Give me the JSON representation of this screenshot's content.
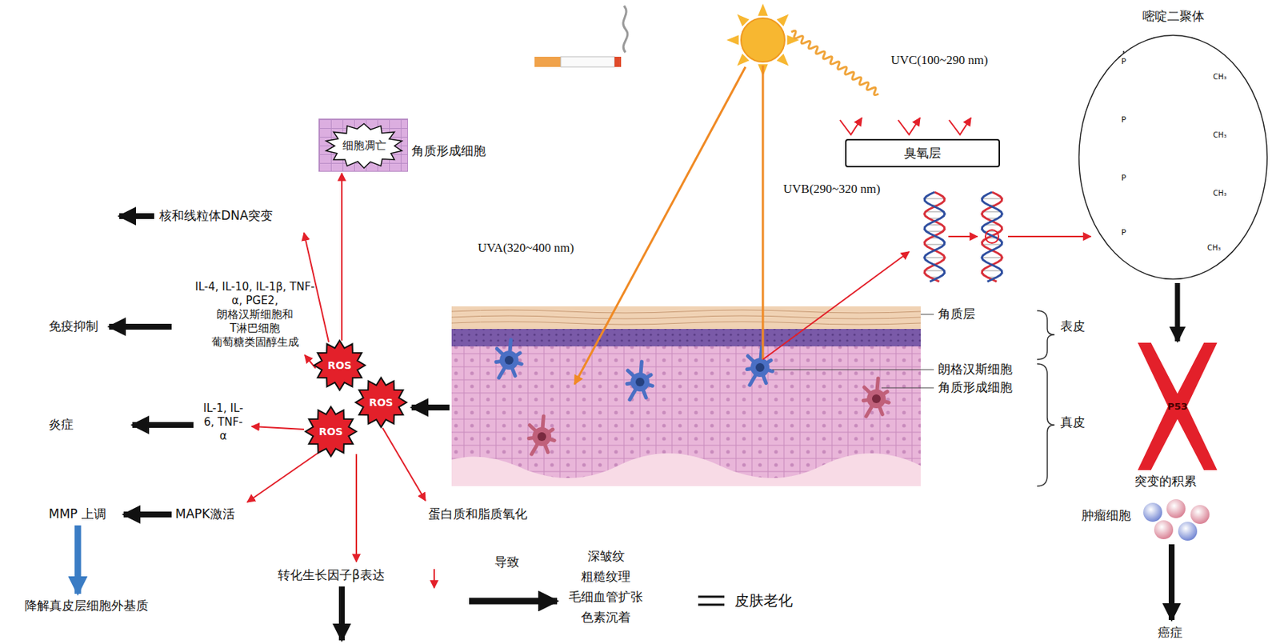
{
  "diagram": {
    "nodes": [
      {
        "text": [
          "角质形成细胞"
        ]
      },
      {
        "text": [
          "细胞凋亡"
        ],
        "in": 0
      },
      {
        "text": [
          "ROS"
        ]
      },
      {
        "text": [
          "ROS"
        ]
      },
      {
        "text": [
          "ROS"
        ]
      },
      {
        "text": [
          "臭氧层"
        ]
      },
      {
        "text": [
          "嘧啶二聚体"
        ]
      },
      {
        "text": [
          "P53"
        ]
      }
    ],
    "edges": [
      {
        "from": 2,
        "to": 0,
        "arrow": "to"
      },
      {
        "from": 6,
        "to": 7,
        "arrow": "to"
      }
    ],
    "labels": [
      "核和线粒体DNA突变",
      "IL-4, IL-10, IL-1β, TNF-α, PGE2, 朗格汉斯细胞和 T淋巴细胞 葡萄糖类固醇生成",
      "免疫抑制",
      "IL-1, IL-6, TNF-α",
      "炎症",
      "MAPK激活",
      "MMP 上调",
      "降解真皮层细胞外基质",
      "蛋白质和脂质氧化",
      "转化生长因子β表达",
      "导致",
      "深皱纹 粗糙纹理 毛细血管扩张 色素沉着",
      "皮肤老化",
      "UVC(100~290 nm)",
      "UVB(290~320 nm)",
      "UVA(320~400 nm)",
      "角质层",
      "表皮",
      "朗格汉斯细胞",
      "角质形成细胞",
      "真皮",
      "突变的积累",
      "肿瘤细胞",
      "癌症",
      "P",
      "P",
      "P",
      "P",
      "CH₃",
      "CH₃",
      "CH₃",
      "CH₃"
    ]
  }
}
